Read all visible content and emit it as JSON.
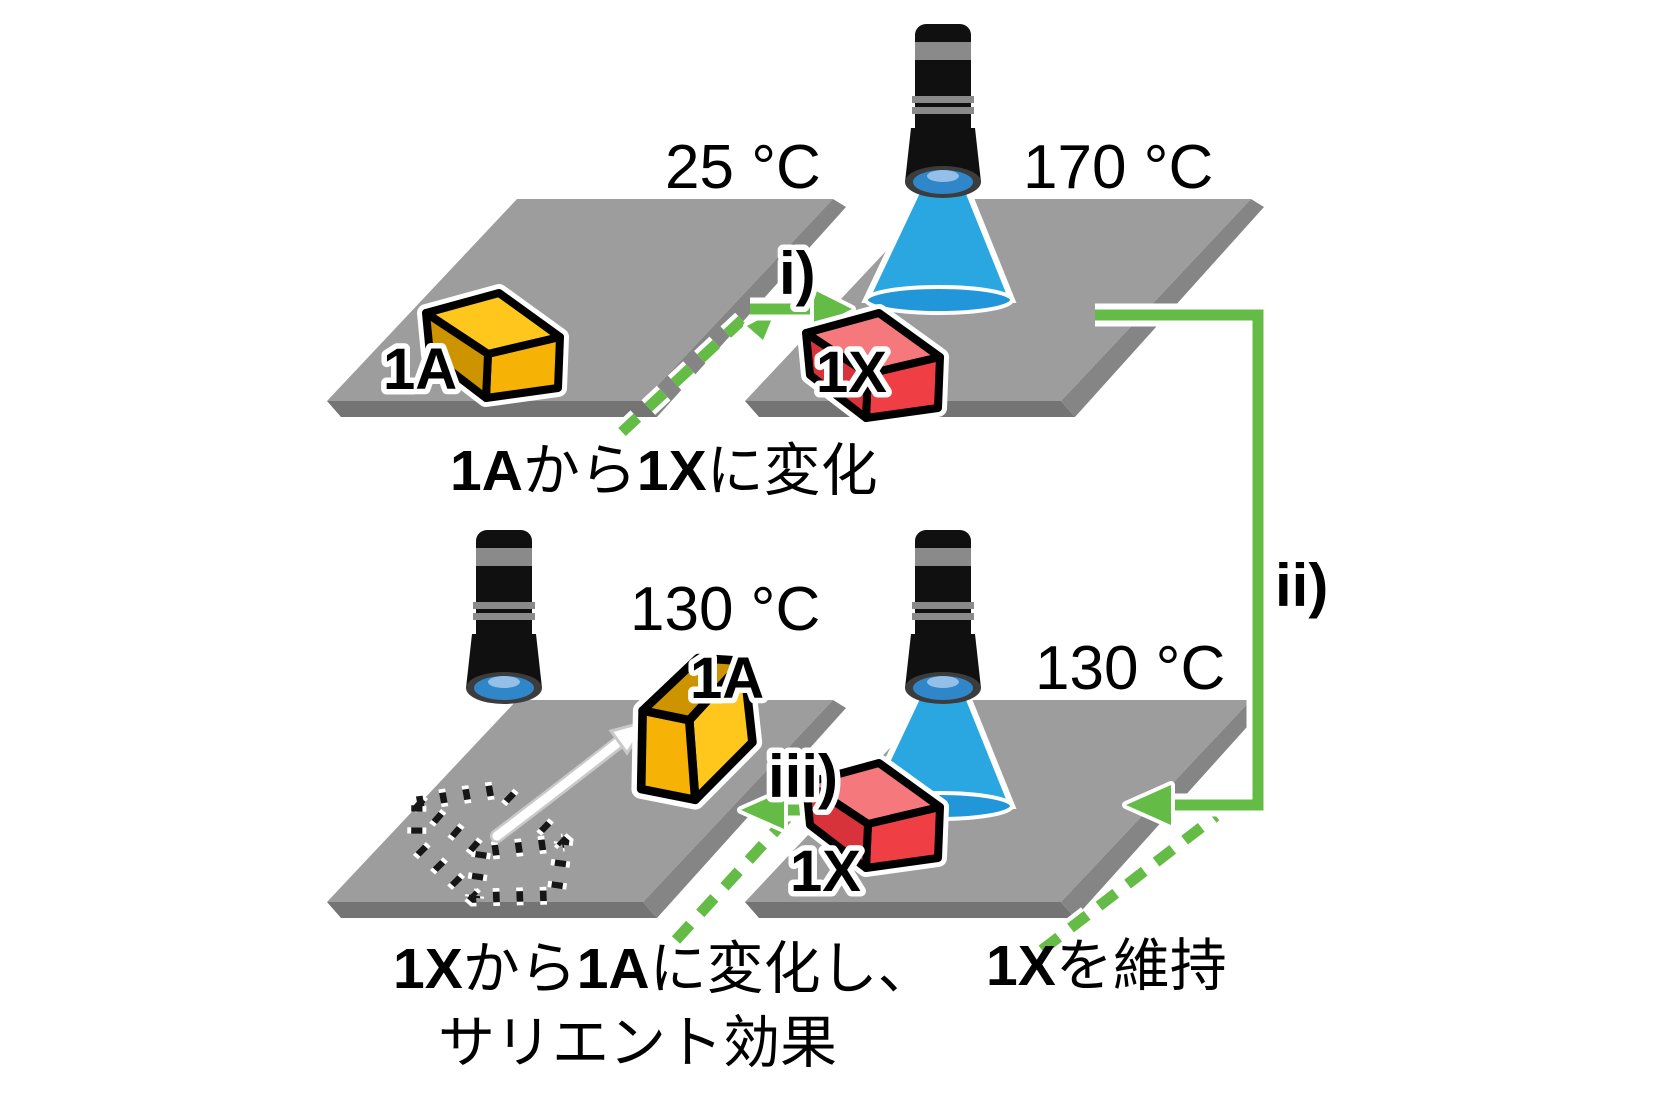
{
  "figure_title": "photo-thermal phase change process diagram",
  "colors": {
    "green": "#64BC46",
    "platform_top": "#9D9D9D",
    "platform_front": "#747474",
    "platform_side": "#858585",
    "yellow_top": "#FFC61C",
    "yellow_front": "#F6B306",
    "yellow_side": "#CE9400",
    "red_top": "#F5797C",
    "red_front": "#EF3E44",
    "red_side": "#D8333A",
    "beam": "#2AA7E1",
    "beam_base": "#2196D8",
    "lens": "#2F86C8",
    "lens_highlight": "#93BFE8",
    "flashlight_black": "#101010",
    "flashlight_gray": "#8A8A8A"
  },
  "panels": {
    "top_left": {
      "temperature": "25 °C",
      "crystal_label": "1A"
    },
    "top_right": {
      "temperature": "170 °C",
      "crystal_label": "1X"
    },
    "bottom_left": {
      "temperature": "130 °C",
      "crystal_label": "1A"
    },
    "bottom_right": {
      "temperature": "130 °C",
      "crystal_label": "1X"
    }
  },
  "steps": {
    "i": "i)",
    "ii": "ii)",
    "iii": "iii)"
  },
  "captions": {
    "top": {
      "segments": [
        {
          "text": "1A",
          "bold": true
        },
        {
          "text": "から",
          "bold": false
        },
        {
          "text": "1X",
          "bold": true
        },
        {
          "text": "に変化",
          "bold": false
        }
      ]
    },
    "bottom_left_line1": {
      "segments": [
        {
          "text": "1X",
          "bold": true
        },
        {
          "text": "から",
          "bold": false
        },
        {
          "text": "1A",
          "bold": true
        },
        {
          "text": "に変化し、",
          "bold": false
        }
      ]
    },
    "bottom_left_line2": {
      "segments": [
        {
          "text": "サリエント効果",
          "bold": false
        }
      ]
    },
    "bottom_right": {
      "segments": [
        {
          "text": "1X",
          "bold": true
        },
        {
          "text": "を維持",
          "bold": false
        }
      ]
    }
  }
}
